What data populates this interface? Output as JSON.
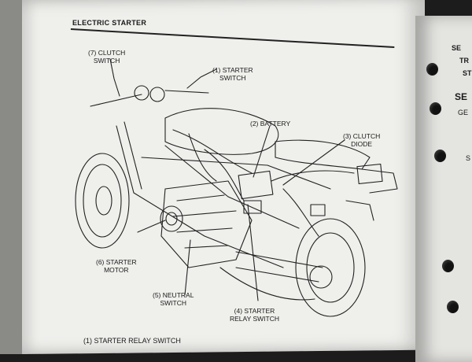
{
  "manual": {
    "section_title": "ELECTRIC STARTER",
    "caption": "(1) STARTER RELAY SWITCH"
  },
  "callouts": {
    "clutch_switch": {
      "line1": "(7) CLUTCH",
      "line2": "SWITCH"
    },
    "starter_switch": {
      "line1": "(1) STARTER",
      "line2": "SWITCH"
    },
    "battery": {
      "line1": "(2) BATTERY"
    },
    "clutch_diode": {
      "line1": "(3) CLUTCH",
      "line2": "DIODE"
    },
    "starter_motor": {
      "line1": "(6) STARTER",
      "line2": "MOTOR"
    },
    "neutral_switch": {
      "line1": "(5) NEUTRAL",
      "line2": "SWITCH"
    },
    "starter_relay_switch": {
      "line1": "(4) STARTER",
      "line2": "RELAY SWITCH"
    }
  },
  "right_page": {
    "fragments": [
      "SE",
      "TR",
      "ST",
      "SE",
      "GE",
      "S"
    ]
  }
}
